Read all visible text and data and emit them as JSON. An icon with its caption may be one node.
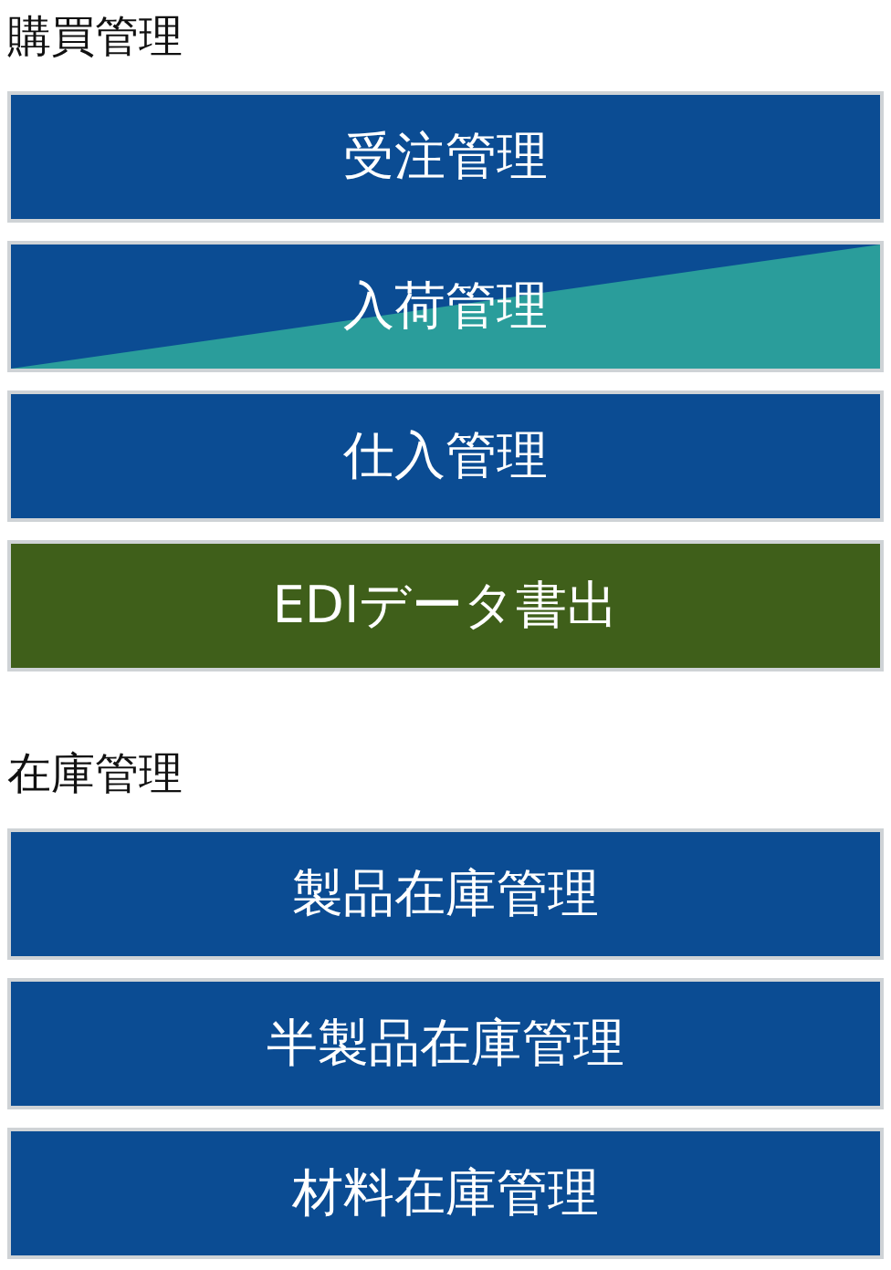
{
  "diagram": {
    "nodes": [
      {
        "text": [
          "受注管理"
        ]
      },
      {
        "text": [
          "入荷管理"
        ]
      },
      {
        "text": [
          "仕入管理"
        ]
      },
      {
        "text": [
          "EDIデータ書出"
        ]
      },
      {
        "text": [
          "製品在庫管理"
        ]
      },
      {
        "text": [
          "半製品在庫管理"
        ]
      },
      {
        "text": [
          "材料在庫管理"
        ]
      }
    ],
    "labels": [
      "購買管理",
      "在庫管理"
    ]
  }
}
